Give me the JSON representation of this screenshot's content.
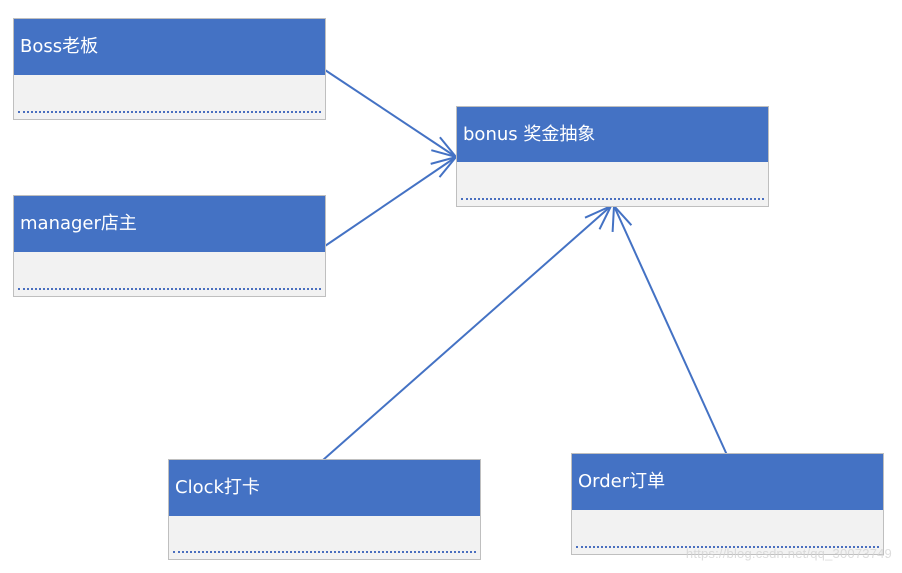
{
  "classes": {
    "boss": {
      "title": "Boss老板"
    },
    "manager": {
      "title": "manager店主"
    },
    "bonus": {
      "title": "bonus 奖金抽象"
    },
    "clock": {
      "title": "Clock打卡"
    },
    "order": {
      "title": "Order订单"
    }
  },
  "watermark": "https://blog.csdn.net/qq_30073749",
  "colors": {
    "header": "#4472c4",
    "body": "#f2f2f2",
    "border": "#bfbfbf",
    "arrow": "#4472c4"
  }
}
